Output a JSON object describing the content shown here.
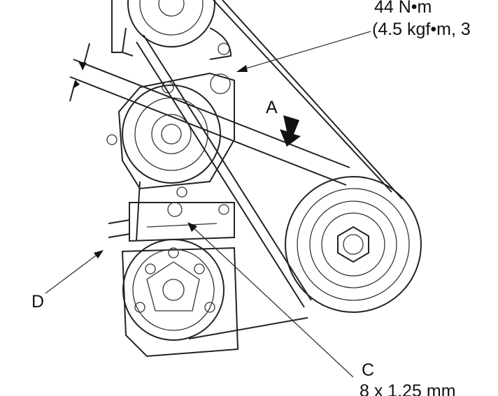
{
  "diagram": {
    "torque_value": "44 N•m",
    "torque_alt": "(4.5 kgf•m, 3",
    "label_a": "A",
    "label_c": "C",
    "bolt_size": "8 x 1.25 mm",
    "label_d": "D"
  }
}
